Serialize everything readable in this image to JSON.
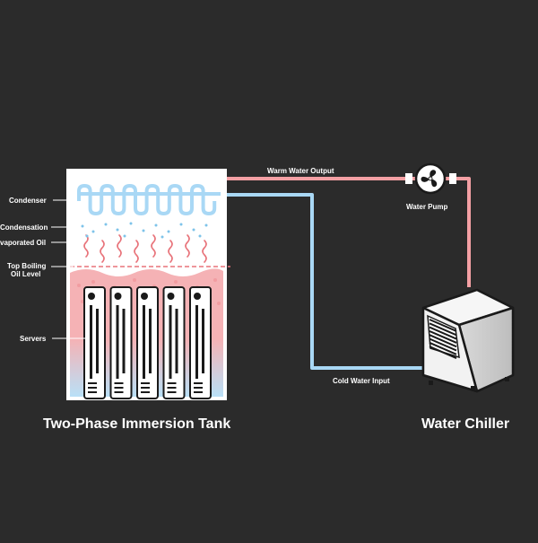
{
  "colors": {
    "background": "#2b2b2b",
    "warm_pipe": "#f4a0a4",
    "cold_pipe": "#a9d8f5",
    "oil_top": "#f5b2b5",
    "oil_bottom": "#b9e0f7",
    "vapor_squiggle": "#e8737a",
    "droplet": "#7ec3ea",
    "tank_frame": "#ffffff"
  },
  "labels": {
    "condenser": "Condenser",
    "condensation": "Condensation",
    "evaporated_oil": "vaporated Oil",
    "top_boiling_line1": "Top Boiling",
    "top_boiling_line2": "Oil Level",
    "servers": "Servers",
    "warm_water_output": "Warm Water Output",
    "water_pump": "Water Pump",
    "cold_water_input": "Cold Water Input"
  },
  "titles": {
    "tank": "Two-Phase Immersion Tank",
    "chiller": "Water Chiller"
  },
  "icons": {
    "pump": "fan-icon",
    "chiller": "chiller-unit-icon",
    "server": "server-blade-icon"
  },
  "server_count": 5
}
